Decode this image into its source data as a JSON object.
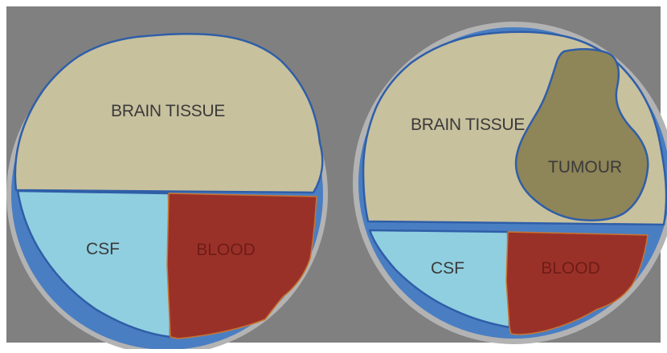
{
  "colors": {
    "background": "#808080",
    "skull_ring": "#b3b3b3",
    "membrane": "#4a7ec2",
    "brain_tissue": "#c8c19e",
    "csf": "#8fcfe0",
    "blood": "#9a3129",
    "tumour": "#8e8558",
    "outline": "#2f5ea8",
    "label_text": "#3a3a3a",
    "blood_text": "#6e1c16"
  },
  "panels": [
    {
      "id": "normal",
      "regions": [
        {
          "kind": "brain-tissue",
          "label": "BRAIN TISSUE"
        },
        {
          "kind": "csf",
          "label": "CSF"
        },
        {
          "kind": "blood",
          "label": "BLOOD"
        }
      ]
    },
    {
      "id": "tumour",
      "regions": [
        {
          "kind": "brain-tissue",
          "label": "BRAIN TISSUE"
        },
        {
          "kind": "tumour",
          "label": "TUMOUR"
        },
        {
          "kind": "csf",
          "label": "CSF"
        },
        {
          "kind": "blood",
          "label": "BLOOD"
        }
      ]
    }
  ]
}
